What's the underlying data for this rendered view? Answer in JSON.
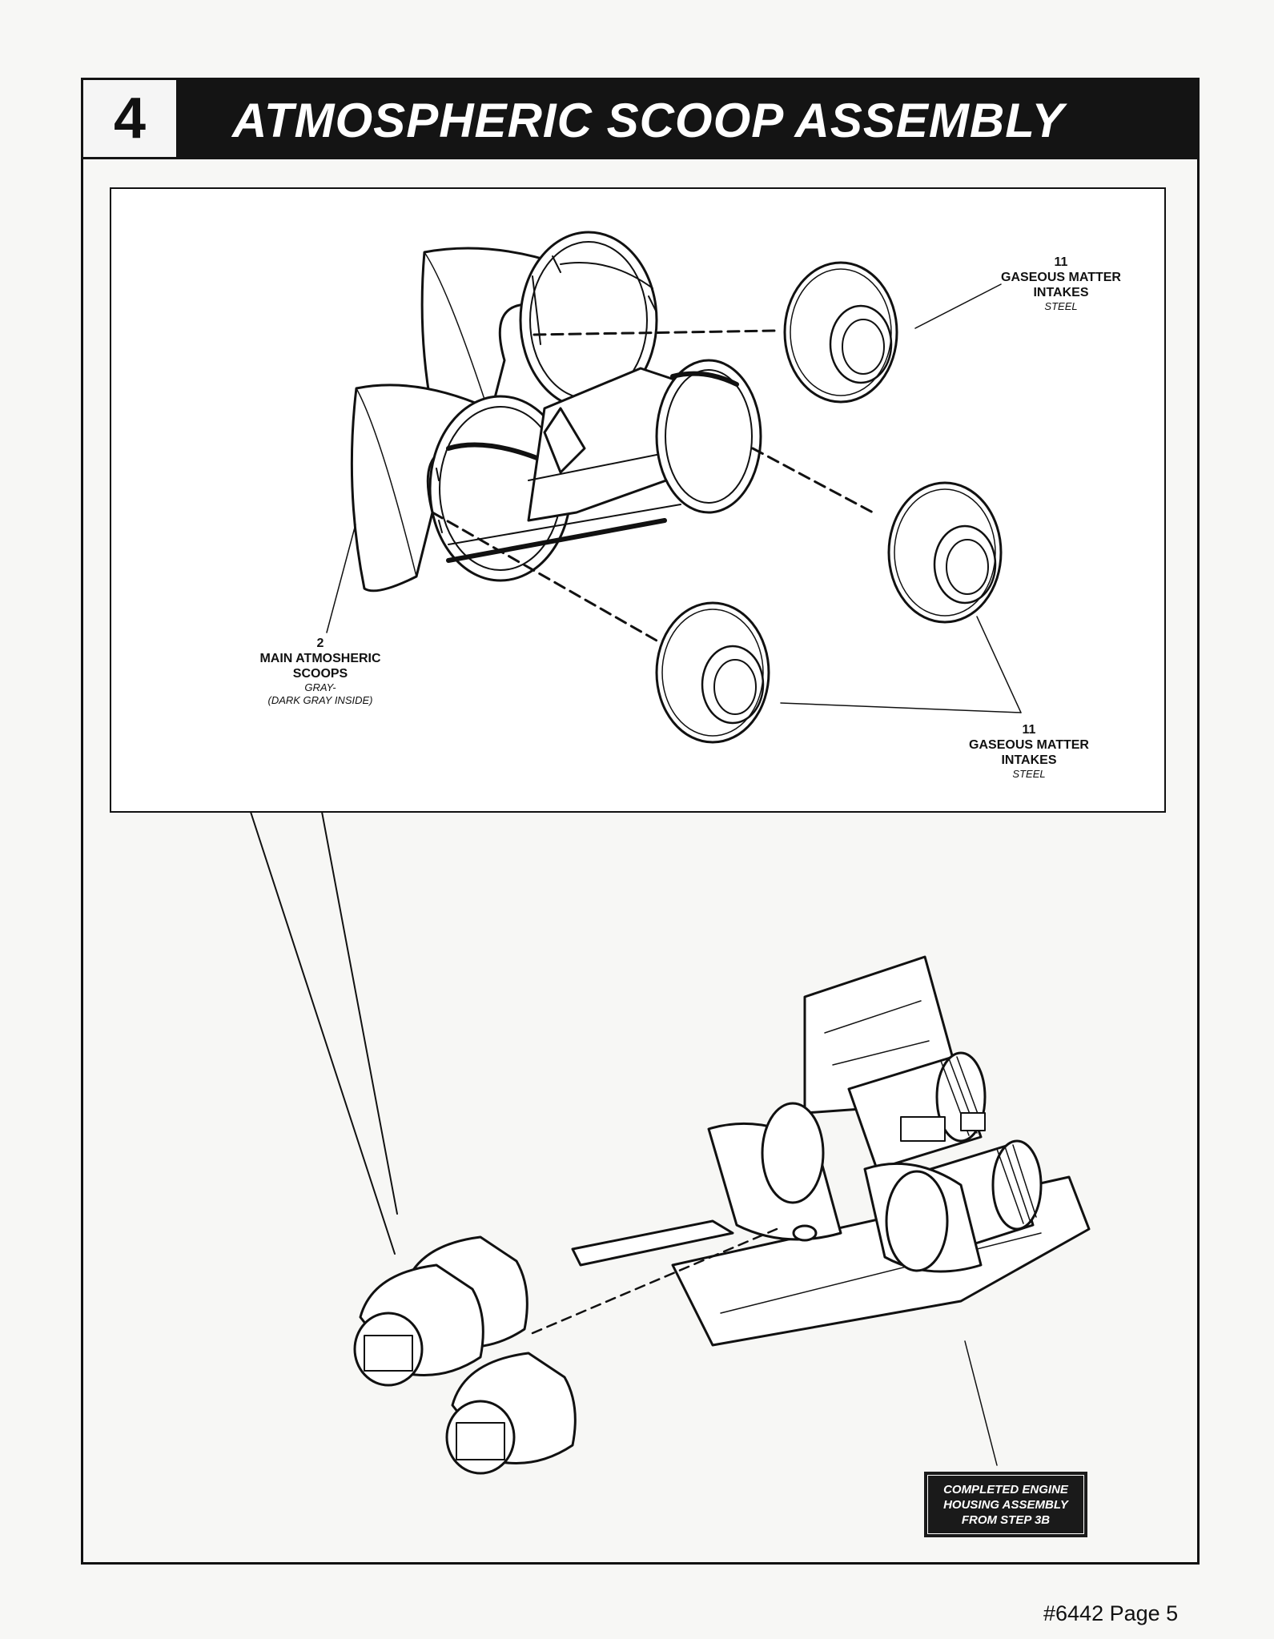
{
  "header": {
    "step_number": "4",
    "title": "ATMOSPHERIC SCOOP ASSEMBLY"
  },
  "callouts": {
    "intakes_top": {
      "part_number": "11",
      "name_line1": "GASEOUS MATTER",
      "name_line2": "INTAKES",
      "color": "STEEL"
    },
    "intakes_bottom": {
      "part_number": "11",
      "name_line1": "GASEOUS MATTER",
      "name_line2": "INTAKES",
      "color": "STEEL"
    },
    "scoops": {
      "part_number": "2",
      "name_line1": "MAIN ATMOSHERIC",
      "name_line2": "SCOOPS",
      "color": "GRAY-",
      "color_note": "(DARK GRAY INSIDE)"
    }
  },
  "completed_badge": {
    "line1": "COMPLETED ENGINE",
    "line2": "HOUSING ASSEMBLY",
    "line3": "FROM STEP 3B"
  },
  "footer": {
    "page_label": "#6442 Page 5"
  }
}
